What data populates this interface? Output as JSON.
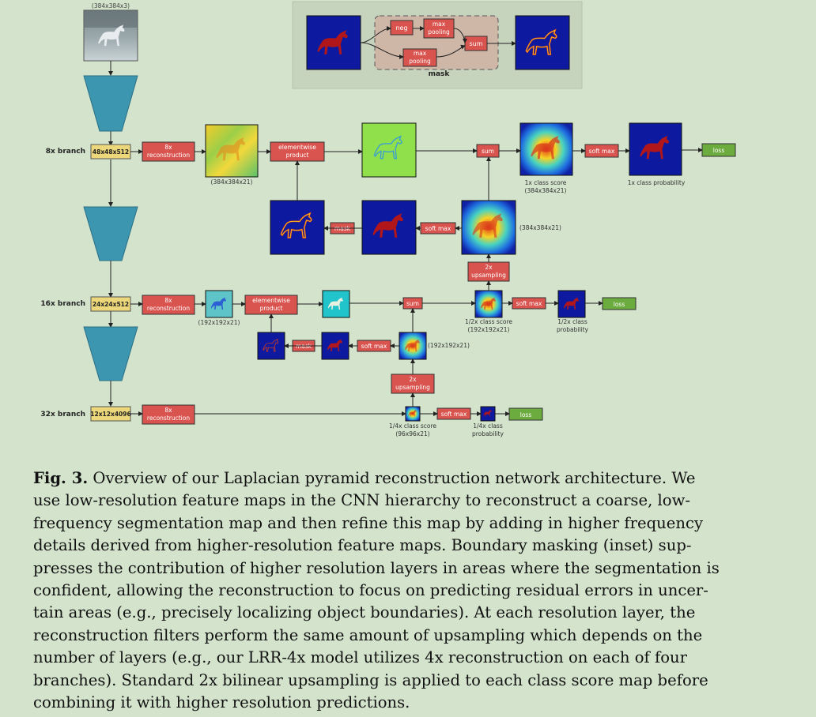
{
  "figure": {
    "input_dims": "(384x384x3)",
    "inset": {
      "neg": "neg",
      "max_pooling_1": [
        "max",
        "pooling"
      ],
      "max_pooling_2": [
        "max",
        "pooling"
      ],
      "sum": "sum",
      "mask": "mask"
    },
    "branches": {
      "b8": {
        "label": "8x branch",
        "feature": "48x48x512",
        "recon": [
          "8x",
          "reconstruction"
        ],
        "recon_dims": "(384x384x21)",
        "elementwise": [
          "elementwise",
          "product"
        ],
        "sum": "sum",
        "softmax": "soft max",
        "loss": "loss",
        "score_label": [
          "1x class score",
          "(384x384x21)"
        ],
        "prob_label": "1x class probability",
        "mask": "mask",
        "softmax2": "soft max",
        "upscore_dims": "(384x384x21)",
        "upsampling": [
          "2x",
          "upsampling"
        ]
      },
      "b16": {
        "label": "16x branch",
        "feature": "24x24x512",
        "recon": [
          "8x",
          "reconstruction"
        ],
        "recon_dims": "(192x192x21)",
        "elementwise": [
          "elementwise",
          "product"
        ],
        "sum": "sum",
        "softmax": "soft max",
        "loss": "loss",
        "score_label": [
          "1/2x class score",
          "(192x192x21)"
        ],
        "prob_label": [
          "1/2x class",
          "probability"
        ],
        "mask": "mask",
        "softmax2": "soft max",
        "upscore_dims": "(192x192x21)",
        "upsampling": [
          "2x",
          "upsampling"
        ]
      },
      "b32": {
        "label": "32x branch",
        "feature": "12x12x4096",
        "recon": [
          "8x",
          "reconstruction"
        ],
        "softmax": "soft max",
        "loss": "loss",
        "score_label": [
          "1/4x class score",
          "(96x96x21)"
        ],
        "prob_label": [
          "1/4x class",
          "probability"
        ]
      }
    },
    "colors": {
      "red_box": "#d9544f",
      "yellow_box": "#ecd77a",
      "green_box": "#6cab3e",
      "encoder": "#3d96b0",
      "map_blue": "#0d1aa0",
      "horse_red": "#b0161a",
      "inset_bg": "#c6d3bd",
      "mask_bg": "#cfb7a8"
    }
  },
  "caption": {
    "label": "Fig. 3.",
    "lines": [
      " Overview of our Laplacian pyramid reconstruction network architecture. We",
      "use low-resolution feature maps in the CNN hierarchy to reconstruct a coarse, low-",
      "frequency segmentation map and then refine this map by adding in higher frequency",
      "details derived from higher-resolution feature maps. Boundary masking (inset) sup-",
      "presses the contribution of higher resolution layers in areas where the segmentation is",
      "confident, allowing the reconstruction to focus on predicting residual errors in uncer-",
      "tain areas (e.g., precisely localizing object boundaries). At each resolution layer, the",
      "reconstruction filters perform the same amount of upsampling which depends on the",
      "number of layers (e.g., our LRR-4x model utilizes 4x reconstruction on each of four",
      "branches). Standard 2x bilinear upsampling is applied to each class score map before",
      "combining it with higher resolution predictions."
    ]
  }
}
